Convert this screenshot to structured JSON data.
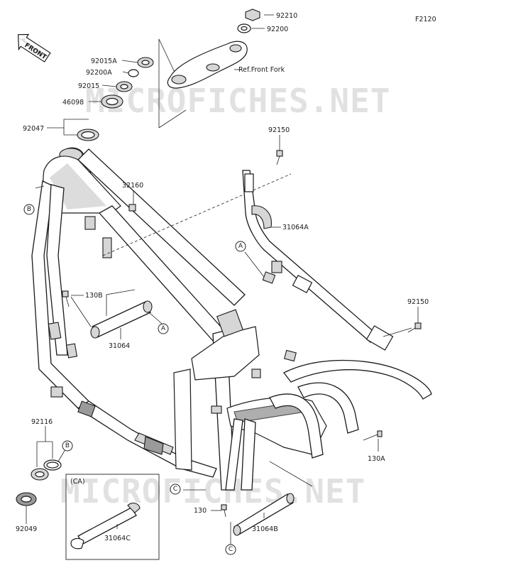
{
  "figure_code": "F2120",
  "front_badge": "FRONT",
  "watermark": "MICROFICHES.NET",
  "ref_note": "Ref.Front Fork",
  "inset_label": "(CA)",
  "callouts": {
    "a1": "A",
    "a2": "A",
    "b1": "B",
    "b2": "B",
    "c1": "C",
    "c2": "C"
  },
  "parts": {
    "p92210": "92210",
    "p92200": "92200",
    "p92015A": "92015A",
    "p92200A": "92200A",
    "p92015": "92015",
    "p46098": "46098",
    "p92047": "92047",
    "p92150a": "92150",
    "p32160": "32160",
    "p31064A": "31064A",
    "p130B": "130B",
    "p31064": "31064",
    "p92150b": "92150",
    "p92116": "92116",
    "p92049": "92049",
    "p130A": "130A",
    "p130": "130",
    "p31064B": "31064B",
    "p31064C": "31064C"
  }
}
